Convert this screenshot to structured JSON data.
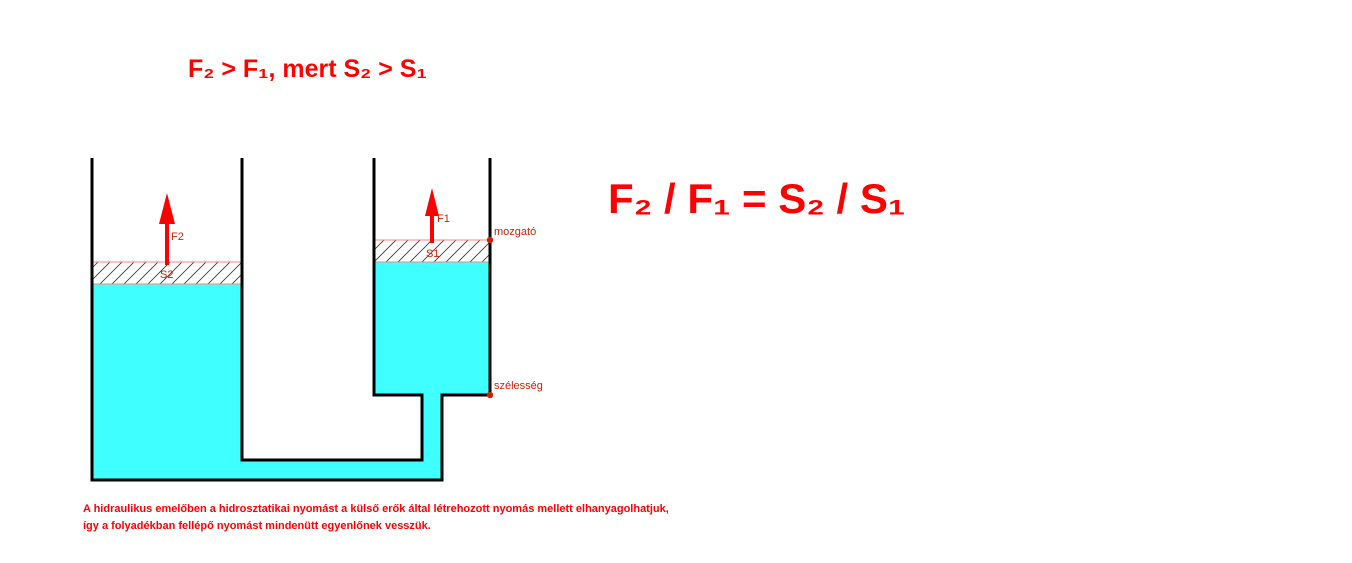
{
  "heading": "F₂ > F₁, mert S₂ > S₁",
  "formula": "F₂ / F₁ = S₂ / S₁",
  "labels": {
    "f2": "F2",
    "s2": "S2",
    "f1": "F1",
    "s1": "S1",
    "mozgato": "mozgató",
    "szelesseg": "szélesség"
  },
  "note": {
    "line1": "A hidraulikus emelőben a hidrosztatikai nyomást a külső erők által létrehozott nyomás mellett elhanyagolhatjuk,",
    "line2": "így a folyadékban fellépő nyomást mindenütt egyenlőnek vesszük."
  },
  "colors": {
    "accent": "#ff0000",
    "liquid": "#40ffff",
    "wall": "#000000",
    "point": "#cc2200"
  }
}
